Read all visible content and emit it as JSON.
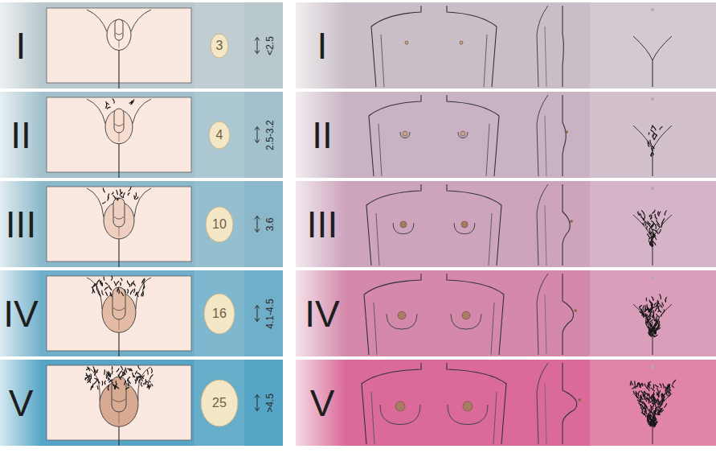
{
  "diagram": {
    "nodes": [
      {
        "text": [
          "3"
        ]
      },
      {
        "text": [
          "4"
        ]
      },
      {
        "text": [
          "10"
        ]
      },
      {
        "text": [
          "16"
        ]
      },
      {
        "text": [
          "25"
        ]
      }
    ],
    "labels": [
      "I",
      "<2.5",
      "II",
      "2.5-3.2",
      "III",
      "3.6",
      "IV",
      "4.1-4.5",
      "V",
      ">4.5",
      "I",
      "II",
      "III",
      "IV",
      "V"
    ]
  }
}
